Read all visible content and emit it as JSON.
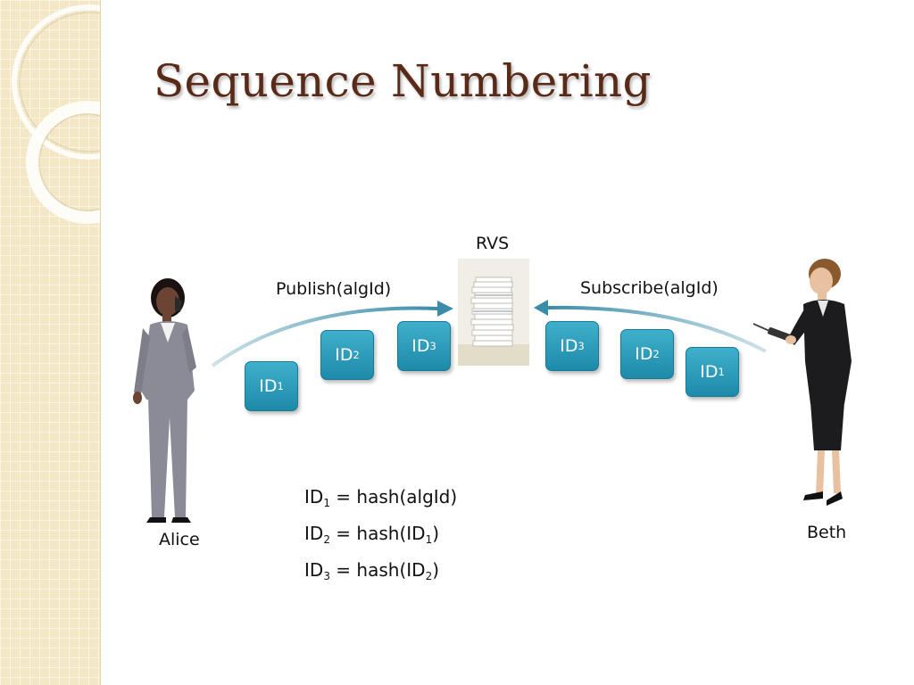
{
  "slide": {
    "title": "Sequence Numbering"
  },
  "diagram": {
    "rvs_label": "RVS",
    "publish_label": "Publish(algId)",
    "subscribe_label": "Subscribe(algId)",
    "alice_label": "Alice",
    "beth_label": "Beth",
    "publish_boxes": [
      {
        "id": "ID",
        "sub": "1"
      },
      {
        "id": "ID",
        "sub": "2"
      },
      {
        "id": "ID",
        "sub": "3"
      }
    ],
    "subscribe_boxes": [
      {
        "id": "ID",
        "sub": "3"
      },
      {
        "id": "ID",
        "sub": "2"
      },
      {
        "id": "ID",
        "sub": "1"
      }
    ],
    "formulas": [
      {
        "lhs": "ID",
        "lhs_sub": "1",
        "eq": " = hash(",
        "arg": "algId",
        "arg_sub": "",
        "close": ")"
      },
      {
        "lhs": "ID",
        "lhs_sub": "2",
        "eq": " = hash(",
        "arg": "ID",
        "arg_sub": "1",
        "close": ")"
      },
      {
        "lhs": "ID",
        "lhs_sub": "3",
        "eq": " = hash(",
        "arg": "ID",
        "arg_sub": "2",
        "close": ")"
      }
    ],
    "colors": {
      "title": "#5a2a18",
      "box_fill": "#2a9dbb",
      "arrow": "#3b8ca8",
      "panel": "#f3e7c6"
    }
  }
}
